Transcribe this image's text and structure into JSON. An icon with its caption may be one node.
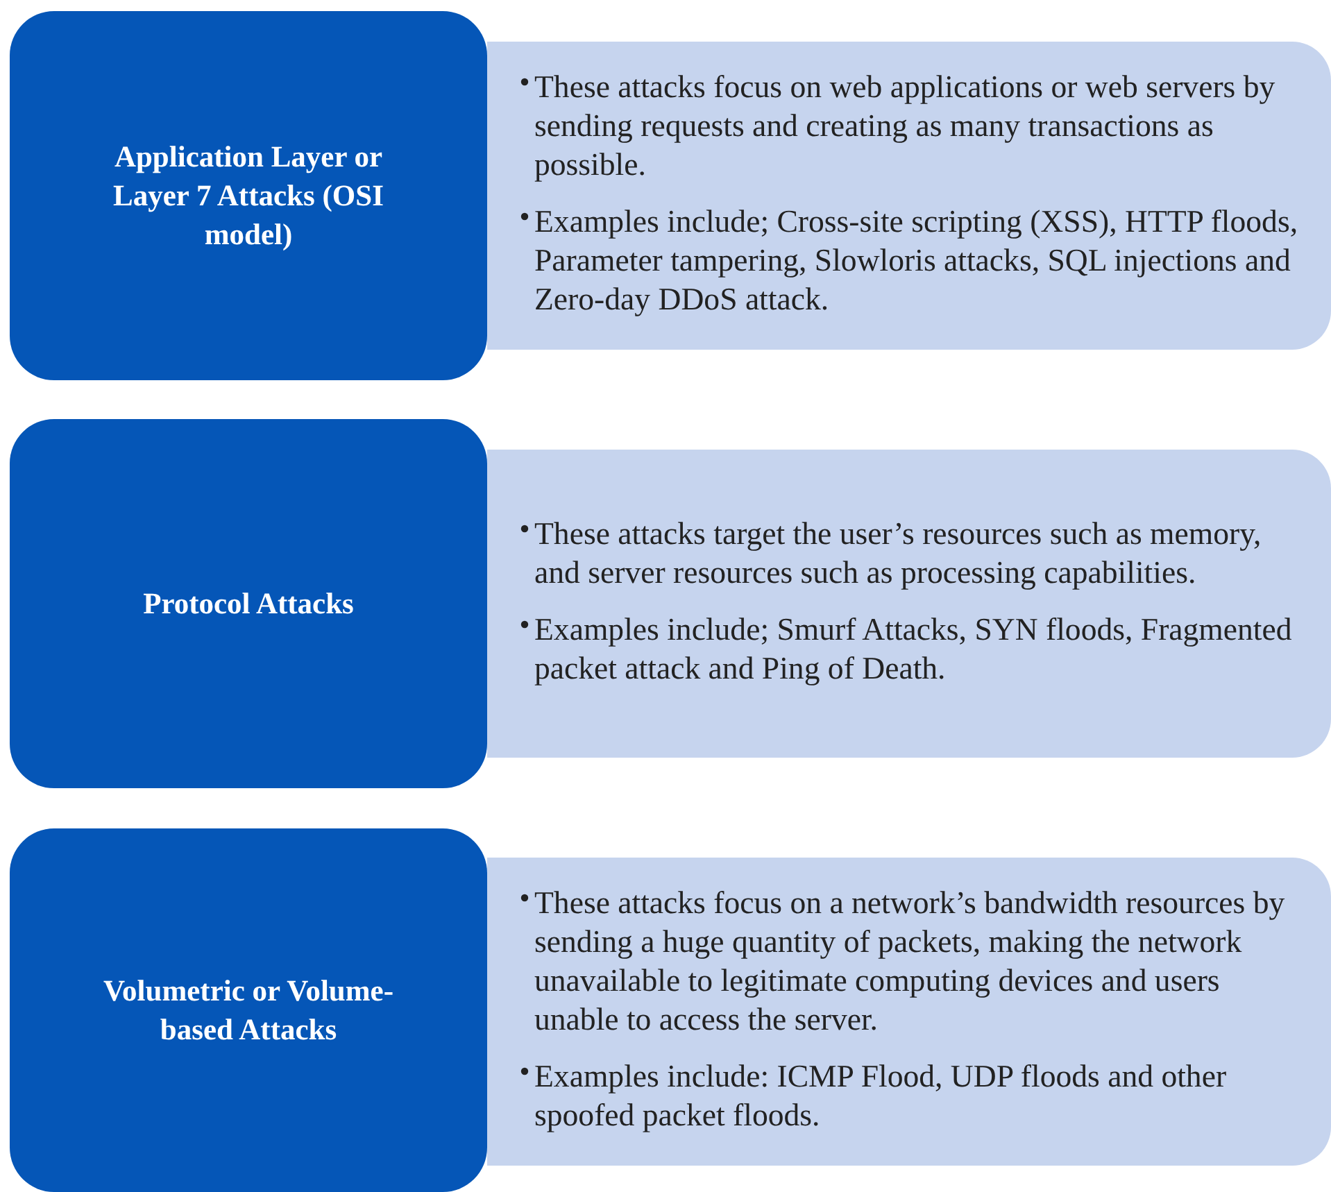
{
  "diagram": {
    "nodes": [
      {
        "text": [
          "Application Layer or Layer 7 Attacks (OSI model)"
        ]
      },
      {
        "text": [
          "These attacks focus on web applications or web servers by sending requests and creating as many transactions as possible.",
          "Examples include; Cross-site scripting (XSS), HTTP floods, Parameter tampering, Slowloris attacks, SQL injections and Zero-day DDoS attack."
        ]
      },
      {
        "text": [
          "Protocol Attacks"
        ]
      },
      {
        "text": [
          "These attacks target the user’s resources such as memory, and server resources such as processing capabilities.",
          "Examples include; Smurf Attacks, SYN floods, Fragmented packet attack and Ping of Death."
        ]
      },
      {
        "text": [
          "Volumetric or Volume-based Attacks"
        ]
      },
      {
        "text": [
          "These attacks focus on a network’s bandwidth resources by sending a huge quantity of packets, making the network unavailable to legitimate computing devices and users unable to access the server.",
          "Examples include: ICMP Flood, UDP floods and other spoofed packet floods."
        ]
      }
    ]
  }
}
